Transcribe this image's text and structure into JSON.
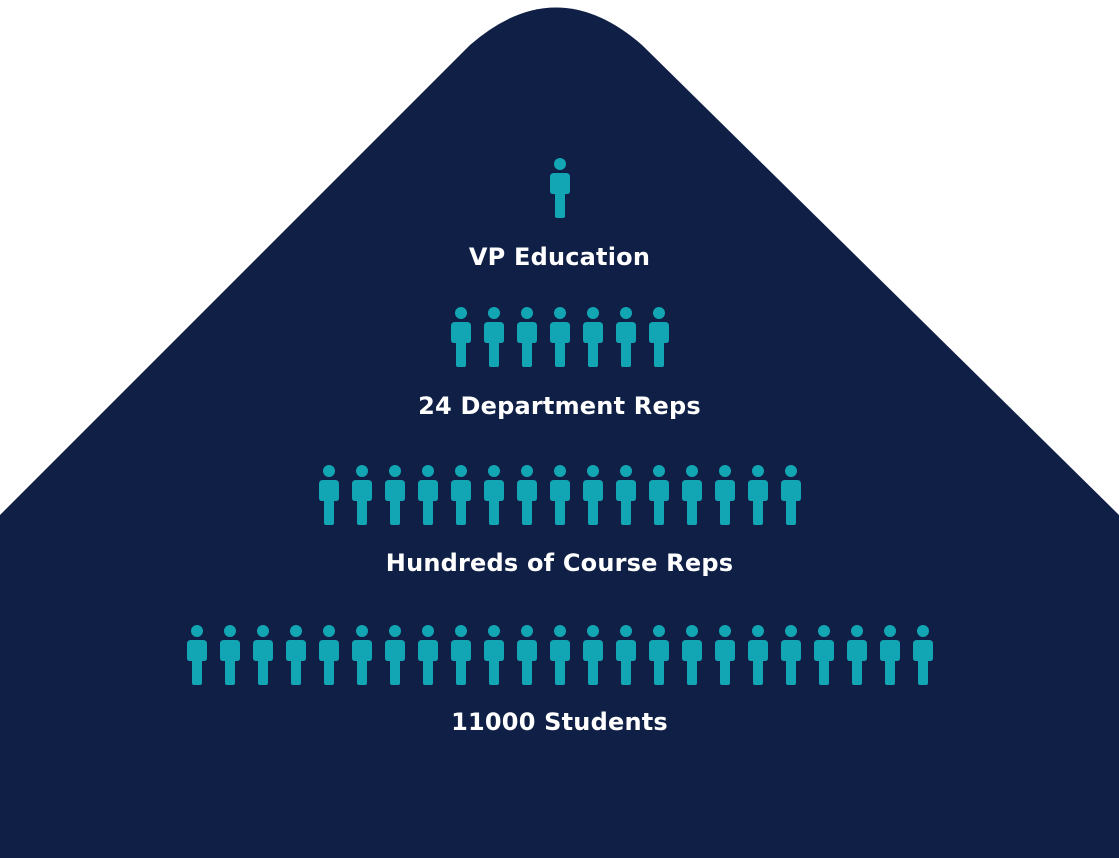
{
  "colors": {
    "background": "#0f1f45",
    "figure": "#12a6b4",
    "text": "#ffffff"
  },
  "icon": "person-icon",
  "tiers": [
    {
      "label": "VP Education",
      "figure_count": 1
    },
    {
      "label": "24 Department Reps",
      "figure_count": 7
    },
    {
      "label": "Hundreds of Course Reps",
      "figure_count": 15
    },
    {
      "label": "11000 Students",
      "figure_count": 23
    }
  ]
}
